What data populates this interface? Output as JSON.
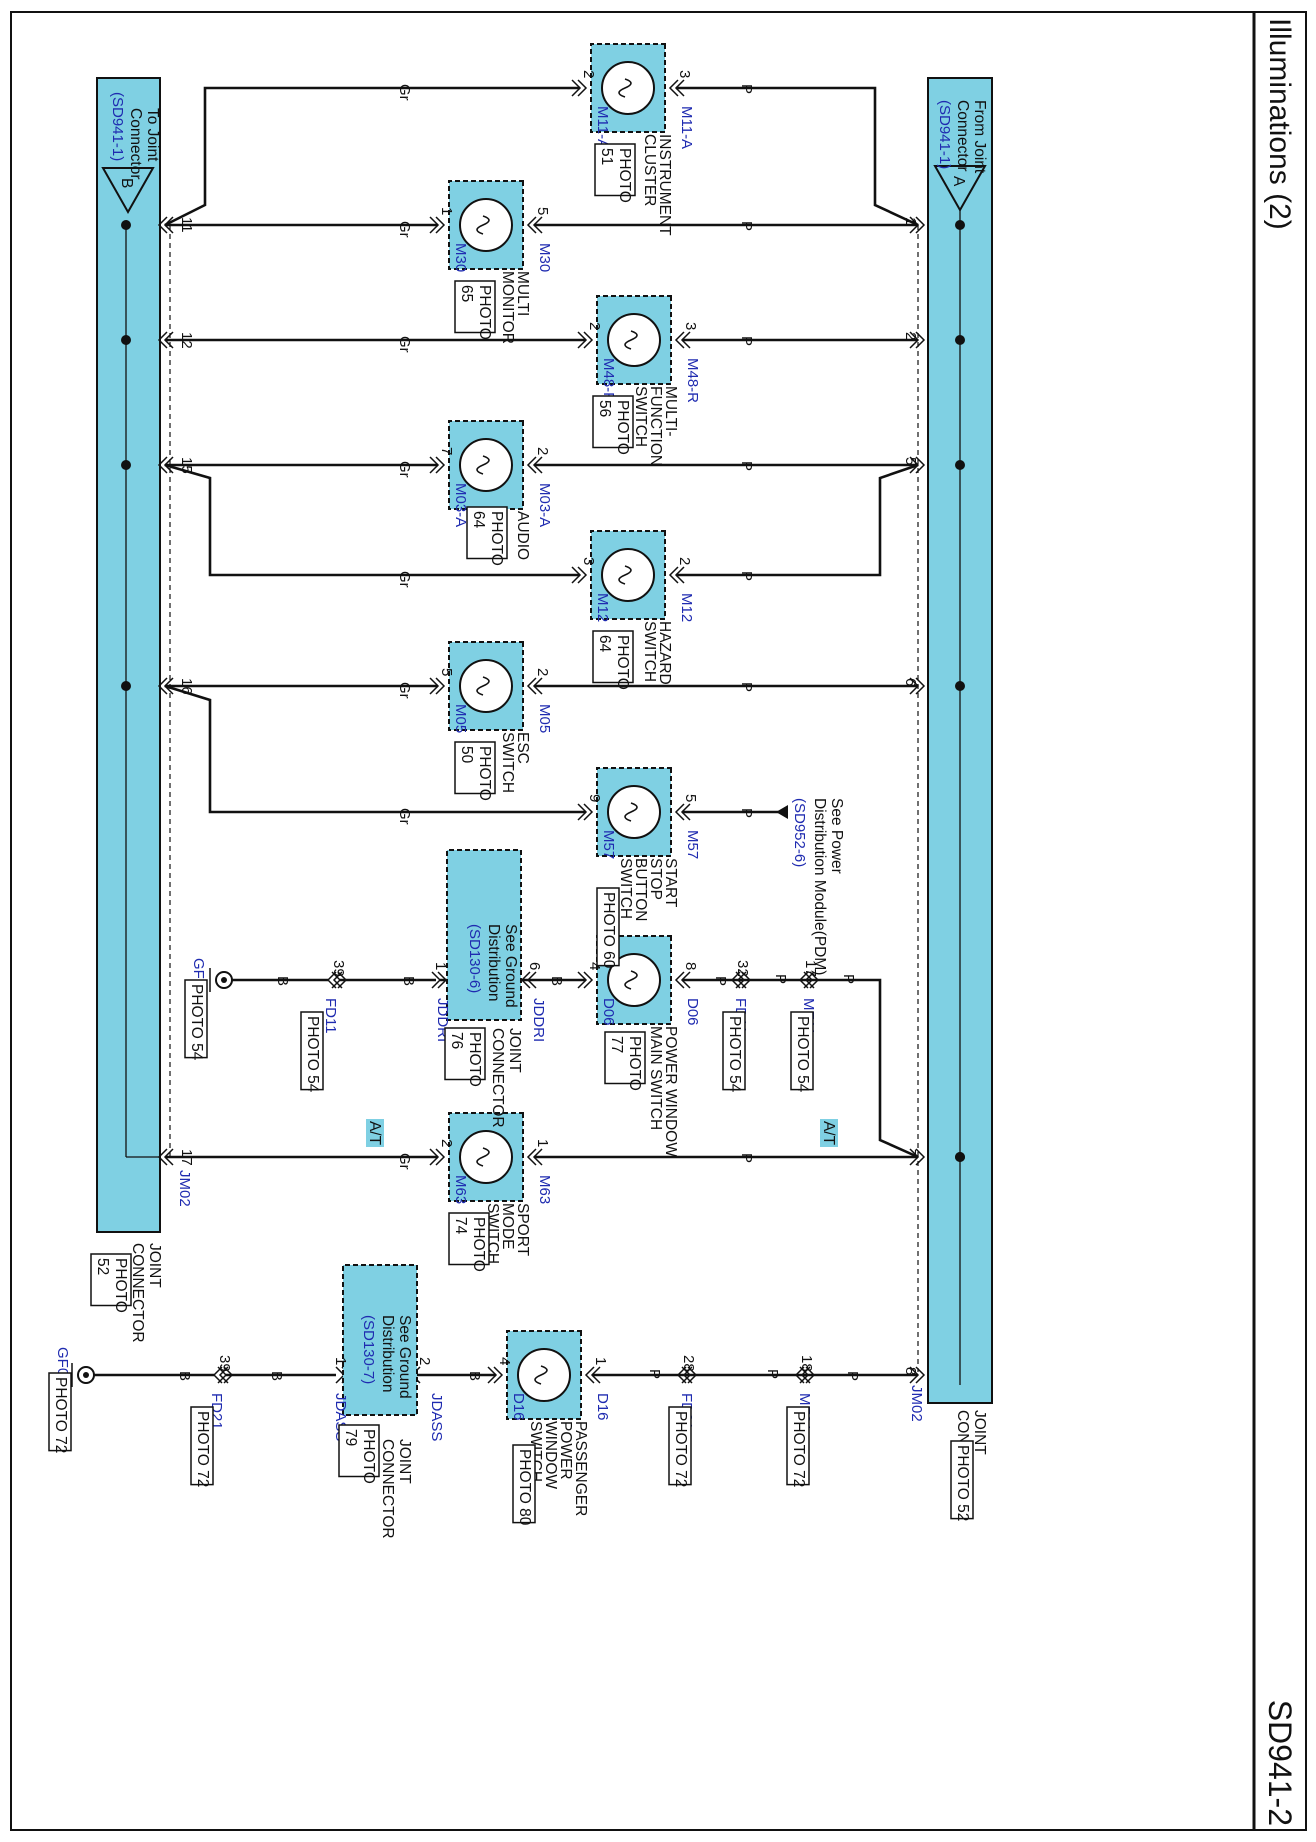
{
  "header": {
    "title": "Illuminations (2)",
    "code": "SD941-2"
  },
  "colors": {
    "connector_fill": "#7fd0e3",
    "wire": "#111111",
    "link_blue": "#1f2bb0",
    "option_tag": "#7fd0e3"
  },
  "bus_top": {
    "lines": [
      "From Joint",
      "Connector"
    ],
    "ref": "(SD941-1)",
    "symbol": "A",
    "connector_id": "JM02",
    "name_lines": [
      "JOINT",
      "CONNECTOR"
    ],
    "photo": "PHOTO 52"
  },
  "bus_bottom": {
    "lines": [
      "To Joint",
      "Connector"
    ],
    "ref": "(SD941-1)",
    "symbol": "B",
    "connector_id": "JM02",
    "name_lines": [
      "JOINT",
      "CONNECTOR"
    ],
    "photo_lines": [
      "PHOTO",
      "52"
    ]
  },
  "components": [
    {
      "name_lines": [
        "INSTRUMENT",
        "CLUSTER"
      ],
      "photo_lines": [
        "PHOTO",
        "51"
      ],
      "top_id": "M11-A",
      "bottom_id": "M11-A",
      "top_pin": "3",
      "bottom_pin": "2",
      "top_wire": "P",
      "bottom_wire": "Gr",
      "bus_top_pin": "1",
      "bus_bottom_pin": "11"
    },
    {
      "name_lines": [
        "MULTI",
        "MONITOR"
      ],
      "photo_lines": [
        "PHOTO",
        "65"
      ],
      "top_id": "M30",
      "bottom_id": "M30",
      "top_pin": "5",
      "bottom_pin": "1",
      "top_wire": "P",
      "bottom_wire": "Gr"
    },
    {
      "name_lines": [
        "MULTI-",
        "FUNCTION",
        "SWITCH"
      ],
      "photo_lines": [
        "PHOTO",
        "56"
      ],
      "top_id": "M48-R",
      "bottom_id": "M48-R",
      "top_pin": "3",
      "bottom_pin": "2",
      "top_wire": "P",
      "bottom_wire": "Gr",
      "bus_top_pin": "2",
      "bus_bottom_pin": "12"
    },
    {
      "name_lines": [
        "AUDIO"
      ],
      "photo_lines": [
        "PHOTO",
        "64"
      ],
      "top_id": "M03-A",
      "bottom_id": "M03-A",
      "top_pin": "2",
      "bottom_pin": "7",
      "top_wire": "P",
      "bottom_wire": "Gr",
      "bus_top_pin": "5",
      "bus_bottom_pin": "15"
    },
    {
      "name_lines": [
        "HAZARD",
        "SWITCH"
      ],
      "photo_lines": [
        "PHOTO",
        "64"
      ],
      "top_id": "M12",
      "bottom_id": "M12",
      "top_pin": "2",
      "bottom_pin": "3",
      "top_wire": "P",
      "bottom_wire": "Gr"
    },
    {
      "name_lines": [
        "ESC",
        "SWITCH"
      ],
      "photo_lines": [
        "PHOTO",
        "50"
      ],
      "top_id": "M05",
      "bottom_id": "M05",
      "top_pin": "2",
      "bottom_pin": "5",
      "top_wire": "P",
      "bottom_wire": "Gr",
      "bus_top_pin": "6",
      "bus_bottom_pin": "16"
    },
    {
      "name_lines": [
        "START",
        "STOP",
        "BUTTON",
        "SWITCH"
      ],
      "photo_lines": [
        "PHOTO 60"
      ],
      "top_id": "M57",
      "bottom_id": "M57",
      "top_pin": "5",
      "bottom_pin": "9",
      "top_wire": "P",
      "bottom_wire": "Gr",
      "power_note_lines": [
        "See Power",
        "Distribution Module(PDM)"
      ],
      "power_ref": "(SD952-6)"
    },
    {
      "name_lines": [
        "POWER WINDOW",
        "MAIN SWITCH"
      ],
      "photo_lines": [
        "PHOTO",
        "77"
      ],
      "top_id": "D06",
      "bottom_id": "D06",
      "top_pin": "8",
      "bottom_pin": "4",
      "top_wire": "P",
      "bottom_wire": "B",
      "inline": [
        {
          "id": "MF11",
          "pin": "17",
          "photo_lines": [
            "PHOTO 54"
          ],
          "wire": "P"
        },
        {
          "id": "FD11",
          "pin": "32",
          "photo_lines": [
            "PHOTO 54"
          ],
          "wire": "P"
        }
      ],
      "bus_top_pin": "7"
    },
    {
      "name_lines": [
        "JOINT",
        "CONNECTOR"
      ],
      "photo_lines": [
        "PHOTO",
        "76"
      ],
      "top_id": "JDDRI",
      "bottom_id": "JDDRI",
      "top_pin": "6",
      "bottom_pin": "1",
      "bottom_wire": "B",
      "ground_note_lines": [
        "See Ground",
        "Distribution"
      ],
      "ground_ref": "(SD130-6)",
      "after": {
        "id": "FD11",
        "pin": "39",
        "photo_lines": [
          "PHOTO 54"
        ],
        "wire": "B"
      },
      "ground": {
        "id": "GF01",
        "photo": "PHOTO 54"
      }
    },
    {
      "name_lines": [
        "SPORT",
        "MODE",
        "SWITCH"
      ],
      "photo_lines": [
        "PHOTO",
        "74"
      ],
      "top_id": "M63",
      "bottom_id": "M63",
      "top_pin": "1",
      "bottom_pin": "2",
      "top_wire": "P",
      "bottom_wire": "Gr",
      "option_top": "A/T",
      "option_bottom": "A/T",
      "bus_bottom_pin": "17"
    },
    {
      "name_lines": [
        "PASSENGER",
        "POWER",
        "WINDOW",
        "SWITCH"
      ],
      "photo_lines": [
        "PHOTO 80"
      ],
      "top_id": "D16",
      "bottom_id": "D16",
      "top_pin": "1",
      "bottom_pin": "4",
      "top_wire": "P",
      "bottom_wire": "B",
      "bus_top_pin": "8",
      "inline": [
        {
          "id": "MF31",
          "pin": "18",
          "photo_lines": [
            "PHOTO 72"
          ],
          "wire": "P"
        },
        {
          "id": "FD21",
          "pin": "28",
          "photo_lines": [
            "PHOTO 72"
          ],
          "wire": "P"
        }
      ]
    },
    {
      "name_lines": [
        "JOINT",
        "CONNECTOR"
      ],
      "photo_lines": [
        "PHOTO",
        "79"
      ],
      "top_id": "JDASS",
      "bottom_id": "JDASS",
      "top_pin": "2",
      "bottom_pin": "1",
      "bottom_wire": "B",
      "ground_note_lines": [
        "See Ground",
        "Distribution"
      ],
      "ground_ref": "(SD130-7)",
      "after": {
        "id": "FD21",
        "pin": "39",
        "photo_lines": [
          "PHOTO 72"
        ],
        "wire": "B"
      },
      "ground": {
        "id": "GF05",
        "photo": "PHOTO 72"
      }
    }
  ]
}
